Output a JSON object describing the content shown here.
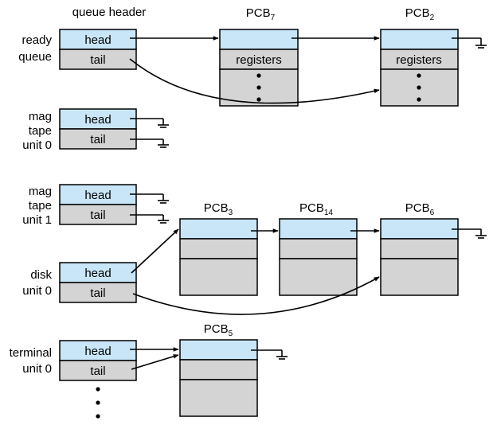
{
  "title": "queue header",
  "field_head": "head",
  "field_tail": "tail",
  "field_registers": "registers",
  "queues": {
    "ready": [
      "ready",
      "queue"
    ],
    "mag0": [
      "mag",
      "tape",
      "unit 0"
    ],
    "mag1": [
      "mag",
      "tape",
      "unit 1"
    ],
    "disk": [
      "disk",
      "unit 0"
    ],
    "terminal": [
      "terminal",
      "unit 0"
    ]
  },
  "pcbs": {
    "p7": {
      "base": "PCB",
      "sub": "7"
    },
    "p2": {
      "base": "PCB",
      "sub": "2"
    },
    "p3": {
      "base": "PCB",
      "sub": "3"
    },
    "p14": {
      "base": "PCB",
      "sub": "14"
    },
    "p6": {
      "base": "PCB",
      "sub": "6"
    },
    "p5": {
      "base": "PCB",
      "sub": "5"
    }
  }
}
